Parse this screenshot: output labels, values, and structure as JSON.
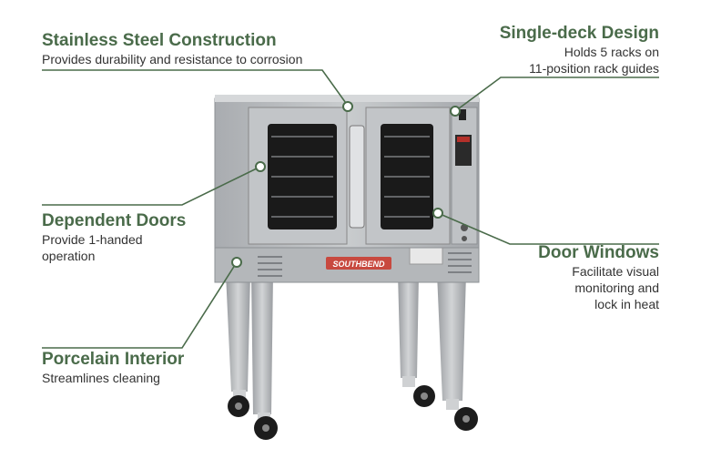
{
  "callouts": {
    "stainless": {
      "title": "Stainless Steel Construction",
      "desc": "Provides durability and resistance to corrosion"
    },
    "single_deck": {
      "title": "Single-deck Design",
      "desc_line1": "Holds 5 racks on",
      "desc_line2": "11-position rack guides"
    },
    "doors": {
      "title": "Dependent Doors",
      "desc_line1": "Provide 1-handed",
      "desc_line2": "operation"
    },
    "windows": {
      "title": "Door Windows",
      "desc_line1": "Facilitate visual",
      "desc_line2": "monitoring and",
      "desc_line3": "lock in heat"
    },
    "porcelain": {
      "title": "Porcelain Interior",
      "desc": "Streamlines cleaning"
    }
  },
  "product": {
    "brand": "SOUTHBEND"
  },
  "colors": {
    "accent": "#4a6b4a",
    "steel": "#b9bcbf",
    "steel_dark": "#8d9094",
    "glass": "#1a1a1a"
  }
}
